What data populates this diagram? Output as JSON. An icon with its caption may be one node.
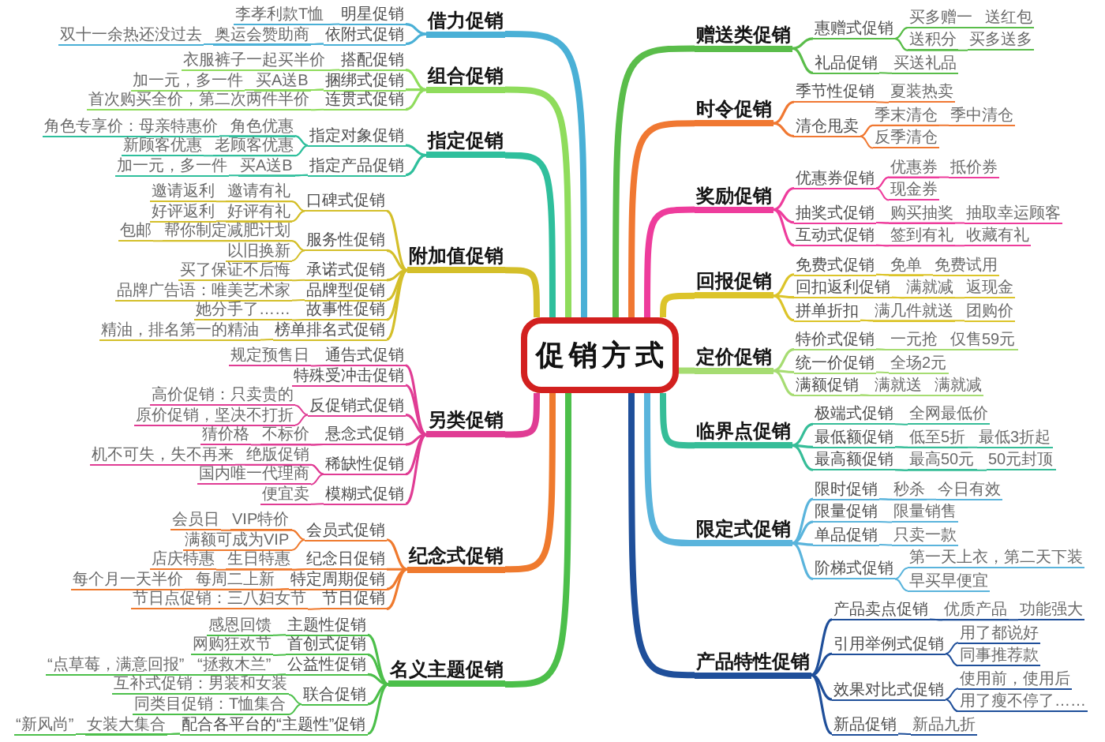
{
  "diagram": {
    "nodes": [
      {
        "text": [
          "促销方式"
        ]
      },
      {
        "text": [
          "借力促销"
        ]
      },
      {
        "text": [
          "明星促销"
        ]
      },
      {
        "text": [
          "李孝利款T恤"
        ]
      },
      {
        "text": [
          "依附式促销"
        ]
      },
      {
        "text": [
          "奥运会赞助商"
        ]
      },
      {
        "text": [
          "双十一余热还没过去"
        ]
      },
      {
        "text": [
          "组合促销"
        ]
      },
      {
        "text": [
          "搭配促销"
        ]
      },
      {
        "text": [
          "衣服裤子一起买半价"
        ]
      },
      {
        "text": [
          "捆绑式促销"
        ]
      },
      {
        "text": [
          "买A送B"
        ]
      },
      {
        "text": [
          "加一元，多一件"
        ]
      },
      {
        "text": [
          "连贯式促销"
        ]
      },
      {
        "text": [
          "首次购买全价，第二次两件半价"
        ]
      },
      {
        "text": [
          "指定促销"
        ]
      },
      {
        "text": [
          "指定对象促销"
        ]
      },
      {
        "text": [
          "角色优惠"
        ]
      },
      {
        "text": [
          "角色专享价：母亲特惠价"
        ]
      },
      {
        "text": [
          "老顾客优惠"
        ]
      },
      {
        "text": [
          "新顾客优惠"
        ]
      },
      {
        "text": [
          "指定产品促销"
        ]
      },
      {
        "text": [
          "买A送B"
        ]
      },
      {
        "text": [
          "加一元，多一件"
        ]
      },
      {
        "text": [
          "附加值促销"
        ]
      },
      {
        "text": [
          "口碑式促销"
        ]
      },
      {
        "text": [
          "邀请有礼"
        ]
      },
      {
        "text": [
          "邀请返利"
        ]
      },
      {
        "text": [
          "好评有礼"
        ]
      },
      {
        "text": [
          "好评返利"
        ]
      },
      {
        "text": [
          "服务性促销"
        ]
      },
      {
        "text": [
          "帮你制定减肥计划"
        ]
      },
      {
        "text": [
          "包邮"
        ]
      },
      {
        "text": [
          "以旧换新"
        ]
      },
      {
        "text": [
          "承诺式促销"
        ]
      },
      {
        "text": [
          "买了保证不后悔"
        ]
      },
      {
        "text": [
          "品牌型促销"
        ]
      },
      {
        "text": [
          "品牌广告语：唯美艺术家"
        ]
      },
      {
        "text": [
          "故事性促销"
        ]
      },
      {
        "text": [
          "她分手了……"
        ]
      },
      {
        "text": [
          "榜单排名式促销"
        ]
      },
      {
        "text": [
          "精油，排名第一的精油"
        ]
      },
      {
        "text": [
          "另类促销"
        ]
      },
      {
        "text": [
          "通告式促销"
        ]
      },
      {
        "text": [
          "规定预售日"
        ]
      },
      {
        "text": [
          "特殊受冲击促销"
        ]
      },
      {
        "text": [
          "反促销式促销"
        ]
      },
      {
        "text": [
          "高价促销：只卖贵的"
        ]
      },
      {
        "text": [
          "原价促销，坚决不打折"
        ]
      },
      {
        "text": [
          "悬念式促销"
        ]
      },
      {
        "text": [
          "不标价"
        ]
      },
      {
        "text": [
          "猜价格"
        ]
      },
      {
        "text": [
          "稀缺性促销"
        ]
      },
      {
        "text": [
          "绝版促销"
        ]
      },
      {
        "text": [
          "机不可失，失不再来"
        ]
      },
      {
        "text": [
          "国内唯一代理商"
        ]
      },
      {
        "text": [
          "模糊式促销"
        ]
      },
      {
        "text": [
          "便宜卖"
        ]
      },
      {
        "text": [
          "纪念式促销"
        ]
      },
      {
        "text": [
          "会员式促销"
        ]
      },
      {
        "text": [
          "VIP特价"
        ]
      },
      {
        "text": [
          "会员日"
        ]
      },
      {
        "text": [
          "满额可成为VIP"
        ]
      },
      {
        "text": [
          "纪念日促销"
        ]
      },
      {
        "text": [
          "生日特惠"
        ]
      },
      {
        "text": [
          "店庆特惠"
        ]
      },
      {
        "text": [
          "特定周期促销"
        ]
      },
      {
        "text": [
          "每周二上新"
        ]
      },
      {
        "text": [
          "每个月一天半价"
        ]
      },
      {
        "text": [
          "节日促销"
        ]
      },
      {
        "text": [
          "节日点促销：三八妇女节"
        ]
      },
      {
        "text": [
          "名义主题促销"
        ]
      },
      {
        "text": [
          "主题性促销"
        ]
      },
      {
        "text": [
          "感恩回馈"
        ]
      },
      {
        "text": [
          "首创式促销"
        ]
      },
      {
        "text": [
          "网购狂欢节"
        ]
      },
      {
        "text": [
          "公益性促销"
        ]
      },
      {
        "text": [
          "“拯救木兰”"
        ]
      },
      {
        "text": [
          "“点草莓，满意回报”"
        ]
      },
      {
        "text": [
          "联合促销"
        ]
      },
      {
        "text": [
          "互补式促销：男装和女装"
        ]
      },
      {
        "text": [
          "同类目促销：T恤集合"
        ]
      },
      {
        "text": [
          "配合各平台的“主题性”促销"
        ]
      },
      {
        "text": [
          "女装大集合"
        ]
      },
      {
        "text": [
          "“新风尚”"
        ]
      },
      {
        "text": [
          "赠送类促销"
        ]
      },
      {
        "text": [
          "惠赠式促销"
        ]
      },
      {
        "text": [
          "买多赠一"
        ]
      },
      {
        "text": [
          "送红包"
        ]
      },
      {
        "text": [
          "送积分"
        ]
      },
      {
        "text": [
          "买多送多"
        ]
      },
      {
        "text": [
          "礼品促销"
        ]
      },
      {
        "text": [
          "买送礼品"
        ]
      },
      {
        "text": [
          "时令促销"
        ]
      },
      {
        "text": [
          "季节性促销"
        ]
      },
      {
        "text": [
          "夏装热卖"
        ]
      },
      {
        "text": [
          "清仓甩卖"
        ]
      },
      {
        "text": [
          "季末清仓"
        ]
      },
      {
        "text": [
          "季中清仓"
        ]
      },
      {
        "text": [
          "反季清仓"
        ]
      },
      {
        "text": [
          "奖励促销"
        ]
      },
      {
        "text": [
          "优惠券促销"
        ]
      },
      {
        "text": [
          "优惠券"
        ]
      },
      {
        "text": [
          "抵价券"
        ]
      },
      {
        "text": [
          "现金券"
        ]
      },
      {
        "text": [
          "抽奖式促销"
        ]
      },
      {
        "text": [
          "购买抽奖"
        ]
      },
      {
        "text": [
          "抽取幸运顾客"
        ]
      },
      {
        "text": [
          "互动式促销"
        ]
      },
      {
        "text": [
          "签到有礼"
        ]
      },
      {
        "text": [
          "收藏有礼"
        ]
      },
      {
        "text": [
          "回报促销"
        ]
      },
      {
        "text": [
          "免费式促销"
        ]
      },
      {
        "text": [
          "免单"
        ]
      },
      {
        "text": [
          "免费试用"
        ]
      },
      {
        "text": [
          "回扣返利促销"
        ]
      },
      {
        "text": [
          "满就减"
        ]
      },
      {
        "text": [
          "返现金"
        ]
      },
      {
        "text": [
          "拼单折扣"
        ]
      },
      {
        "text": [
          "满几件就送"
        ]
      },
      {
        "text": [
          "团购价"
        ]
      },
      {
        "text": [
          "定价促销"
        ]
      },
      {
        "text": [
          "特价式促销"
        ]
      },
      {
        "text": [
          "一元抢"
        ]
      },
      {
        "text": [
          "仅售59元"
        ]
      },
      {
        "text": [
          "统一价促销"
        ]
      },
      {
        "text": [
          "全场2元"
        ]
      },
      {
        "text": [
          "满额促销"
        ]
      },
      {
        "text": [
          "满就送"
        ]
      },
      {
        "text": [
          "满就减"
        ]
      },
      {
        "text": [
          "临界点促销"
        ]
      },
      {
        "text": [
          "极端式促销"
        ]
      },
      {
        "text": [
          "全网最低价"
        ]
      },
      {
        "text": [
          "最低额促销"
        ]
      },
      {
        "text": [
          "低至5折"
        ]
      },
      {
        "text": [
          "最低3折起"
        ]
      },
      {
        "text": [
          "最高额促销"
        ]
      },
      {
        "text": [
          "最高50元"
        ]
      },
      {
        "text": [
          "50元封顶"
        ]
      },
      {
        "text": [
          "限定式促销"
        ]
      },
      {
        "text": [
          "限时促销"
        ]
      },
      {
        "text": [
          "秒杀"
        ]
      },
      {
        "text": [
          "今日有效"
        ]
      },
      {
        "text": [
          "限量促销"
        ]
      },
      {
        "text": [
          "限量销售"
        ]
      },
      {
        "text": [
          "单品促销"
        ]
      },
      {
        "text": [
          "只卖一款"
        ]
      },
      {
        "text": [
          "阶梯式促销"
        ]
      },
      {
        "text": [
          "第一天上衣，第二天下装"
        ]
      },
      {
        "text": [
          "早买早便宜"
        ]
      },
      {
        "text": [
          "产品特性促销"
        ]
      },
      {
        "text": [
          "产品卖点促销"
        ]
      },
      {
        "text": [
          "优质产品"
        ]
      },
      {
        "text": [
          "功能强大"
        ]
      },
      {
        "text": [
          "引用举例式促销"
        ]
      },
      {
        "text": [
          "用了都说好"
        ]
      },
      {
        "text": [
          "同事推荐款"
        ]
      },
      {
        "text": [
          "效果对比式促销"
        ]
      },
      {
        "text": [
          "使用前，使用后"
        ]
      },
      {
        "text": [
          "用了瘦不停了……"
        ]
      },
      {
        "text": [
          "新品促销"
        ]
      },
      {
        "text": [
          "新品九折"
        ]
      }
    ],
    "edges": [
      {
        "from": 0,
        "to": 1,
        "arrow": "none",
        "style": "thick",
        "color": "#4ab0d6"
      },
      {
        "from": 1,
        "to": 2,
        "arrow": "none",
        "color": "#4ab0d6"
      },
      {
        "from": 2,
        "to": 3,
        "arrow": "none",
        "color": "#4ab0d6"
      },
      {
        "from": 1,
        "to": 4,
        "arrow": "none",
        "color": "#4ab0d6"
      },
      {
        "from": 4,
        "to": 5,
        "arrow": "none",
        "color": "#4ab0d6"
      },
      {
        "from": 4,
        "to": 6,
        "arrow": "none",
        "color": "#4ab0d6"
      },
      {
        "from": 0,
        "to": 7,
        "arrow": "none",
        "style": "thick",
        "color": "#8fdc5c"
      },
      {
        "from": 7,
        "to": 8,
        "arrow": "none",
        "color": "#8fdc5c"
      },
      {
        "from": 8,
        "to": 9,
        "arrow": "none",
        "color": "#8fdc5c"
      },
      {
        "from": 7,
        "to": 10,
        "arrow": "none",
        "color": "#8fdc5c"
      },
      {
        "from": 10,
        "to": 11,
        "arrow": "none",
        "color": "#8fdc5c"
      },
      {
        "from": 10,
        "to": 12,
        "arrow": "none",
        "color": "#8fdc5c"
      },
      {
        "from": 7,
        "to": 13,
        "arrow": "none",
        "color": "#8fdc5c"
      },
      {
        "from": 13,
        "to": 14,
        "arrow": "none",
        "color": "#8fdc5c"
      },
      {
        "from": 0,
        "to": 15,
        "arrow": "none",
        "style": "thick",
        "color": "#2fbf9c"
      },
      {
        "from": 15,
        "to": 16,
        "arrow": "none",
        "color": "#2fbf9c"
      },
      {
        "from": 16,
        "to": 17,
        "arrow": "none",
        "color": "#2fbf9c"
      },
      {
        "from": 16,
        "to": 18,
        "arrow": "none",
        "color": "#2fbf9c"
      },
      {
        "from": 16,
        "to": 19,
        "arrow": "none",
        "color": "#2fbf9c"
      },
      {
        "from": 16,
        "to": 20,
        "arrow": "none",
        "color": "#2fbf9c"
      },
      {
        "from": 15,
        "to": 21,
        "arrow": "none",
        "color": "#2fbf9c"
      },
      {
        "from": 21,
        "to": 22,
        "arrow": "none",
        "color": "#2fbf9c"
      },
      {
        "from": 21,
        "to": 23,
        "arrow": "none",
        "color": "#2fbf9c"
      },
      {
        "from": 0,
        "to": 24,
        "arrow": "none",
        "style": "thick",
        "color": "#d4bf2a"
      },
      {
        "from": 24,
        "to": 25,
        "arrow": "none",
        "color": "#d4bf2a"
      },
      {
        "from": 25,
        "to": 26,
        "arrow": "none",
        "color": "#d4bf2a"
      },
      {
        "from": 25,
        "to": 27,
        "arrow": "none",
        "color": "#d4bf2a"
      },
      {
        "from": 25,
        "to": 28,
        "arrow": "none",
        "color": "#d4bf2a"
      },
      {
        "from": 25,
        "to": 29,
        "arrow": "none",
        "color": "#d4bf2a"
      },
      {
        "from": 24,
        "to": 30,
        "arrow": "none",
        "color": "#d4bf2a"
      },
      {
        "from": 30,
        "to": 31,
        "arrow": "none",
        "color": "#d4bf2a"
      },
      {
        "from": 30,
        "to": 32,
        "arrow": "none",
        "color": "#d4bf2a"
      },
      {
        "from": 30,
        "to": 33,
        "arrow": "none",
        "color": "#d4bf2a"
      },
      {
        "from": 24,
        "to": 34,
        "arrow": "none",
        "color": "#d4bf2a"
      },
      {
        "from": 34,
        "to": 35,
        "arrow": "none",
        "color": "#d4bf2a"
      },
      {
        "from": 24,
        "to": 36,
        "arrow": "none",
        "color": "#d4bf2a"
      },
      {
        "from": 36,
        "to": 37,
        "arrow": "none",
        "color": "#d4bf2a"
      },
      {
        "from": 24,
        "to": 38,
        "arrow": "none",
        "color": "#d4bf2a"
      },
      {
        "from": 38,
        "to": 39,
        "arrow": "none",
        "color": "#d4bf2a"
      },
      {
        "from": 24,
        "to": 40,
        "arrow": "none",
        "color": "#d4bf2a"
      },
      {
        "from": 40,
        "to": 41,
        "arrow": "none",
        "color": "#d4bf2a"
      },
      {
        "from": 0,
        "to": 42,
        "arrow": "none",
        "style": "thick",
        "color": "#e03c94"
      },
      {
        "from": 42,
        "to": 43,
        "arrow": "none",
        "color": "#e03c94"
      },
      {
        "from": 43,
        "to": 44,
        "arrow": "none",
        "color": "#e03c94"
      },
      {
        "from": 42,
        "to": 45,
        "arrow": "none",
        "color": "#e03c94"
      },
      {
        "from": 42,
        "to": 46,
        "arrow": "none",
        "color": "#e03c94"
      },
      {
        "from": 46,
        "to": 47,
        "arrow": "none",
        "color": "#e03c94"
      },
      {
        "from": 46,
        "to": 48,
        "arrow": "none",
        "color": "#e03c94"
      },
      {
        "from": 42,
        "to": 49,
        "arrow": "none",
        "color": "#e03c94"
      },
      {
        "from": 49,
        "to": 50,
        "arrow": "none",
        "color": "#e03c94"
      },
      {
        "from": 49,
        "to": 51,
        "arrow": "none",
        "color": "#e03c94"
      },
      {
        "from": 42,
        "to": 52,
        "arrow": "none",
        "color": "#e03c94"
      },
      {
        "from": 52,
        "to": 53,
        "arrow": "none",
        "color": "#e03c94"
      },
      {
        "from": 52,
        "to": 54,
        "arrow": "none",
        "color": "#e03c94"
      },
      {
        "from": 52,
        "to": 55,
        "arrow": "none",
        "color": "#e03c94"
      },
      {
        "from": 42,
        "to": 56,
        "arrow": "none",
        "color": "#e03c94"
      },
      {
        "from": 56,
        "to": 57,
        "arrow": "none",
        "color": "#e03c94"
      },
      {
        "from": 0,
        "to": 58,
        "arrow": "none",
        "style": "thick",
        "color": "#ef7a2e"
      },
      {
        "from": 58,
        "to": 59,
        "arrow": "none",
        "color": "#ef7a2e"
      },
      {
        "from": 59,
        "to": 60,
        "arrow": "none",
        "color": "#ef7a2e"
      },
      {
        "from": 59,
        "to": 61,
        "arrow": "none",
        "color": "#ef7a2e"
      },
      {
        "from": 59,
        "to": 62,
        "arrow": "none",
        "color": "#ef7a2e"
      },
      {
        "from": 58,
        "to": 63,
        "arrow": "none",
        "color": "#ef7a2e"
      },
      {
        "from": 63,
        "to": 64,
        "arrow": "none",
        "color": "#ef7a2e"
      },
      {
        "from": 63,
        "to": 65,
        "arrow": "none",
        "color": "#ef7a2e"
      },
      {
        "from": 58,
        "to": 66,
        "arrow": "none",
        "color": "#ef7a2e"
      },
      {
        "from": 66,
        "to": 67,
        "arrow": "none",
        "color": "#ef7a2e"
      },
      {
        "from": 66,
        "to": 68,
        "arrow": "none",
        "color": "#ef7a2e"
      },
      {
        "from": 58,
        "to": 69,
        "arrow": "none",
        "color": "#ef7a2e"
      },
      {
        "from": 69,
        "to": 70,
        "arrow": "none",
        "color": "#ef7a2e"
      },
      {
        "from": 0,
        "to": 71,
        "arrow": "none",
        "style": "thick",
        "color": "#4cbf4a"
      },
      {
        "from": 71,
        "to": 72,
        "arrow": "none",
        "color": "#4cbf4a"
      },
      {
        "from": 72,
        "to": 73,
        "arrow": "none",
        "color": "#4cbf4a"
      },
      {
        "from": 71,
        "to": 74,
        "arrow": "none",
        "color": "#4cbf4a"
      },
      {
        "from": 74,
        "to": 75,
        "arrow": "none",
        "color": "#4cbf4a"
      },
      {
        "from": 71,
        "to": 76,
        "arrow": "none",
        "color": "#4cbf4a"
      },
      {
        "from": 76,
        "to": 77,
        "arrow": "none",
        "color": "#4cbf4a"
      },
      {
        "from": 76,
        "to": 78,
        "arrow": "none",
        "color": "#4cbf4a"
      },
      {
        "from": 71,
        "to": 79,
        "arrow": "none",
        "color": "#4cbf4a"
      },
      {
        "from": 79,
        "to": 80,
        "arrow": "none",
        "color": "#4cbf4a"
      },
      {
        "from": 79,
        "to": 81,
        "arrow": "none",
        "color": "#4cbf4a"
      },
      {
        "from": 71,
        "to": 82,
        "arrow": "none",
        "color": "#4cbf4a"
      },
      {
        "from": 82,
        "to": 83,
        "arrow": "none",
        "color": "#4cbf4a"
      },
      {
        "from": 82,
        "to": 84,
        "arrow": "none",
        "color": "#4cbf4a"
      },
      {
        "from": 0,
        "to": 85,
        "arrow": "none",
        "style": "thick",
        "color": "#5abd4a"
      },
      {
        "from": 85,
        "to": 86,
        "arrow": "none",
        "color": "#5abd4a"
      },
      {
        "from": 86,
        "to": 87,
        "arrow": "none",
        "color": "#5abd4a"
      },
      {
        "from": 86,
        "to": 88,
        "arrow": "none",
        "color": "#5abd4a"
      },
      {
        "from": 86,
        "to": 89,
        "arrow": "none",
        "color": "#5abd4a"
      },
      {
        "from": 86,
        "to": 90,
        "arrow": "none",
        "color": "#5abd4a"
      },
      {
        "from": 85,
        "to": 91,
        "arrow": "none",
        "color": "#5abd4a"
      },
      {
        "from": 91,
        "to": 92,
        "arrow": "none",
        "color": "#5abd4a"
      },
      {
        "from": 0,
        "to": 93,
        "arrow": "none",
        "style": "thick",
        "color": "#f07832"
      },
      {
        "from": 93,
        "to": 94,
        "arrow": "none",
        "color": "#f07832"
      },
      {
        "from": 94,
        "to": 95,
        "arrow": "none",
        "color": "#f07832"
      },
      {
        "from": 93,
        "to": 96,
        "arrow": "none",
        "color": "#f07832"
      },
      {
        "from": 96,
        "to": 97,
        "arrow": "none",
        "color": "#f07832"
      },
      {
        "from": 96,
        "to": 98,
        "arrow": "none",
        "color": "#f07832"
      },
      {
        "from": 96,
        "to": 99,
        "arrow": "none",
        "color": "#f07832"
      },
      {
        "from": 0,
        "to": 100,
        "arrow": "none",
        "style": "thick",
        "color": "#ee3c9c"
      },
      {
        "from": 100,
        "to": 101,
        "arrow": "none",
        "color": "#ee3c9c"
      },
      {
        "from": 101,
        "to": 102,
        "arrow": "none",
        "color": "#ee3c9c"
      },
      {
        "from": 101,
        "to": 103,
        "arrow": "none",
        "color": "#ee3c9c"
      },
      {
        "from": 101,
        "to": 104,
        "arrow": "none",
        "color": "#ee3c9c"
      },
      {
        "from": 100,
        "to": 105,
        "arrow": "none",
        "color": "#ee3c9c"
      },
      {
        "from": 105,
        "to": 106,
        "arrow": "none",
        "color": "#ee3c9c"
      },
      {
        "from": 105,
        "to": 107,
        "arrow": "none",
        "color": "#ee3c9c"
      },
      {
        "from": 100,
        "to": 108,
        "arrow": "none",
        "color": "#ee3c9c"
      },
      {
        "from": 108,
        "to": 109,
        "arrow": "none",
        "color": "#ee3c9c"
      },
      {
        "from": 108,
        "to": 110,
        "arrow": "none",
        "color": "#ee3c9c"
      },
      {
        "from": 0,
        "to": 111,
        "arrow": "none",
        "style": "thick",
        "color": "#dcc42a"
      },
      {
        "from": 111,
        "to": 112,
        "arrow": "none",
        "color": "#dcc42a"
      },
      {
        "from": 112,
        "to": 113,
        "arrow": "none",
        "color": "#dcc42a"
      },
      {
        "from": 112,
        "to": 114,
        "arrow": "none",
        "color": "#dcc42a"
      },
      {
        "from": 111,
        "to": 115,
        "arrow": "none",
        "color": "#dcc42a"
      },
      {
        "from": 115,
        "to": 116,
        "arrow": "none",
        "color": "#dcc42a"
      },
      {
        "from": 115,
        "to": 117,
        "arrow": "none",
        "color": "#dcc42a"
      },
      {
        "from": 111,
        "to": 118,
        "arrow": "none",
        "color": "#dcc42a"
      },
      {
        "from": 118,
        "to": 119,
        "arrow": "none",
        "color": "#dcc42a"
      },
      {
        "from": 118,
        "to": 120,
        "arrow": "none",
        "color": "#dcc42a"
      },
      {
        "from": 0,
        "to": 121,
        "arrow": "none",
        "style": "thick",
        "color": "#a6dc72"
      },
      {
        "from": 121,
        "to": 122,
        "arrow": "none",
        "color": "#a6dc72"
      },
      {
        "from": 122,
        "to": 123,
        "arrow": "none",
        "color": "#a6dc72"
      },
      {
        "from": 122,
        "to": 124,
        "arrow": "none",
        "color": "#a6dc72"
      },
      {
        "from": 121,
        "to": 125,
        "arrow": "none",
        "color": "#a6dc72"
      },
      {
        "from": 125,
        "to": 126,
        "arrow": "none",
        "color": "#a6dc72"
      },
      {
        "from": 121,
        "to": 127,
        "arrow": "none",
        "color": "#a6dc72"
      },
      {
        "from": 127,
        "to": 128,
        "arrow": "none",
        "color": "#a6dc72"
      },
      {
        "from": 127,
        "to": 129,
        "arrow": "none",
        "color": "#a6dc72"
      },
      {
        "from": 0,
        "to": 130,
        "arrow": "none",
        "style": "thick",
        "color": "#36bd98"
      },
      {
        "from": 130,
        "to": 131,
        "arrow": "none",
        "color": "#36bd98"
      },
      {
        "from": 131,
        "to": 132,
        "arrow": "none",
        "color": "#36bd98"
      },
      {
        "from": 130,
        "to": 133,
        "arrow": "none",
        "color": "#36bd98"
      },
      {
        "from": 133,
        "to": 134,
        "arrow": "none",
        "color": "#36bd98"
      },
      {
        "from": 133,
        "to": 135,
        "arrow": "none",
        "color": "#36bd98"
      },
      {
        "from": 130,
        "to": 136,
        "arrow": "none",
        "color": "#36bd98"
      },
      {
        "from": 136,
        "to": 137,
        "arrow": "none",
        "color": "#36bd98"
      },
      {
        "from": 136,
        "to": 138,
        "arrow": "none",
        "color": "#36bd98"
      },
      {
        "from": 0,
        "to": 139,
        "arrow": "none",
        "style": "thick",
        "color": "#5ab4dc"
      },
      {
        "from": 139,
        "to": 140,
        "arrow": "none",
        "color": "#5ab4dc"
      },
      {
        "from": 140,
        "to": 141,
        "arrow": "none",
        "color": "#5ab4dc"
      },
      {
        "from": 140,
        "to": 142,
        "arrow": "none",
        "color": "#5ab4dc"
      },
      {
        "from": 139,
        "to": 143,
        "arrow": "none",
        "color": "#5ab4dc"
      },
      {
        "from": 143,
        "to": 144,
        "arrow": "none",
        "color": "#5ab4dc"
      },
      {
        "from": 139,
        "to": 145,
        "arrow": "none",
        "color": "#5ab4dc"
      },
      {
        "from": 145,
        "to": 146,
        "arrow": "none",
        "color": "#5ab4dc"
      },
      {
        "from": 139,
        "to": 147,
        "arrow": "none",
        "color": "#5ab4dc"
      },
      {
        "from": 147,
        "to": 148,
        "arrow": "none",
        "color": "#5ab4dc"
      },
      {
        "from": 147,
        "to": 149,
        "arrow": "none",
        "color": "#5ab4dc"
      },
      {
        "from": 0,
        "to": 150,
        "arrow": "none",
        "style": "thick",
        "color": "#1f4f9a"
      },
      {
        "from": 150,
        "to": 151,
        "arrow": "none",
        "color": "#1f4f9a"
      },
      {
        "from": 151,
        "to": 152,
        "arrow": "none",
        "color": "#1f4f9a"
      },
      {
        "from": 151,
        "to": 153,
        "arrow": "none",
        "color": "#1f4f9a"
      },
      {
        "from": 150,
        "to": 154,
        "arrow": "none",
        "color": "#1f4f9a"
      },
      {
        "from": 154,
        "to": 155,
        "arrow": "none",
        "color": "#1f4f9a"
      },
      {
        "from": 154,
        "to": 156,
        "arrow": "none",
        "color": "#1f4f9a"
      },
      {
        "from": 150,
        "to": 157,
        "arrow": "none",
        "color": "#1f4f9a"
      },
      {
        "from": 157,
        "to": 158,
        "arrow": "none",
        "color": "#1f4f9a"
      },
      {
        "from": 157,
        "to": 159,
        "arrow": "none",
        "color": "#1f4f9a"
      },
      {
        "from": 150,
        "to": 160,
        "arrow": "none",
        "color": "#1f4f9a"
      },
      {
        "from": 160,
        "to": 161,
        "arrow": "none",
        "color": "#1f4f9a"
      }
    ]
  }
}
